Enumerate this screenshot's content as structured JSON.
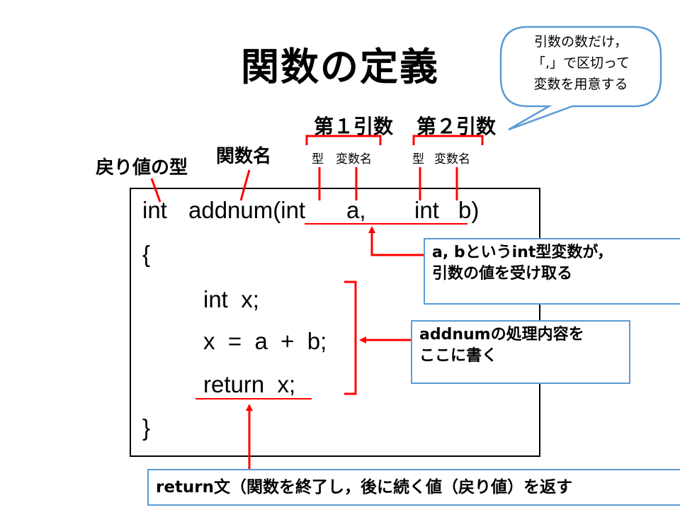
{
  "title": "関数の定義",
  "labels": {
    "return_type": "戻り値の型",
    "function_name": "関数名",
    "arg1": "第１引数",
    "arg2": "第２引数",
    "type1": "型",
    "var1": "変数名",
    "type2": "型",
    "var2": "変数名"
  },
  "code": {
    "line1_type": "int",
    "line1_name": "addnum(int",
    "line1_a": "a,",
    "line1_int": "int",
    "line1_b": "b)",
    "open_brace": "{",
    "line_decl": "int  x;",
    "line_assign": "x  =  a  +  b;",
    "line_return": "return  x;",
    "close_brace": "}"
  },
  "callouts": {
    "bubble_line1": "引数の数だけ，",
    "bubble_line2": "「,」で区切って",
    "bubble_line3": "変数を用意する",
    "params_line1": "a, bというint型変数が，",
    "params_line2": "引数の値を受け取る",
    "body_line1": "addnumの処理内容を",
    "body_line2": "ここに書く",
    "return_text": "return文（関数を終了し，後に続く値（戻り値）を返す"
  },
  "colors": {
    "annotation": "#ff0000",
    "callout_border": "#5b9bd5",
    "code_border": "#000000"
  }
}
